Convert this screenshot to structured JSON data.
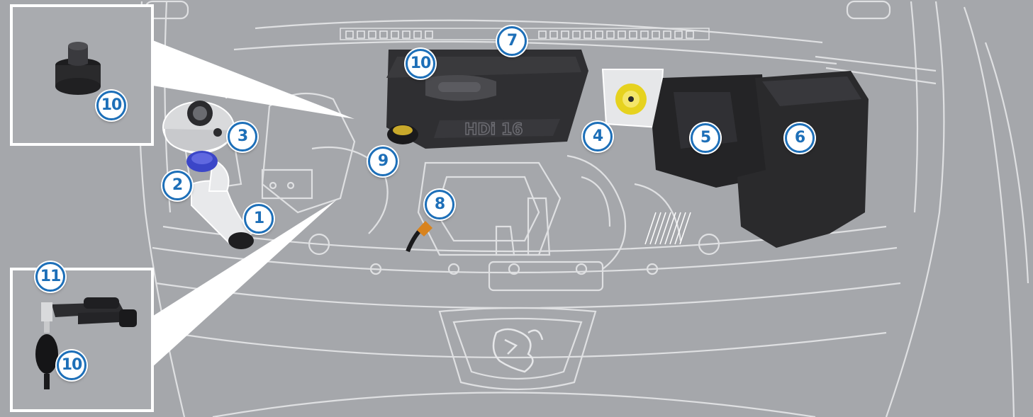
{
  "engine_cover_text": "HDi 16",
  "colors": {
    "background": "#a5a7ab",
    "line_art": "#e6e7e9",
    "callout_blue": "#1d6fb8",
    "component_dark": "#2a2a2c",
    "reservoir_yellow": "#e6d21f",
    "washer_cap_blue": "#3b46c8"
  },
  "callouts": [
    {
      "id": "1",
      "label": "1"
    },
    {
      "id": "2",
      "label": "2"
    },
    {
      "id": "3",
      "label": "3"
    },
    {
      "id": "4",
      "label": "4"
    },
    {
      "id": "5",
      "label": "5"
    },
    {
      "id": "6",
      "label": "6"
    },
    {
      "id": "7",
      "label": "7"
    },
    {
      "id": "8",
      "label": "8"
    },
    {
      "id": "9",
      "label": "9"
    },
    {
      "id": "10a",
      "label": "10"
    },
    {
      "id": "10b",
      "label": "10"
    },
    {
      "id": "10c",
      "label": "10"
    },
    {
      "id": "11",
      "label": "11"
    }
  ]
}
